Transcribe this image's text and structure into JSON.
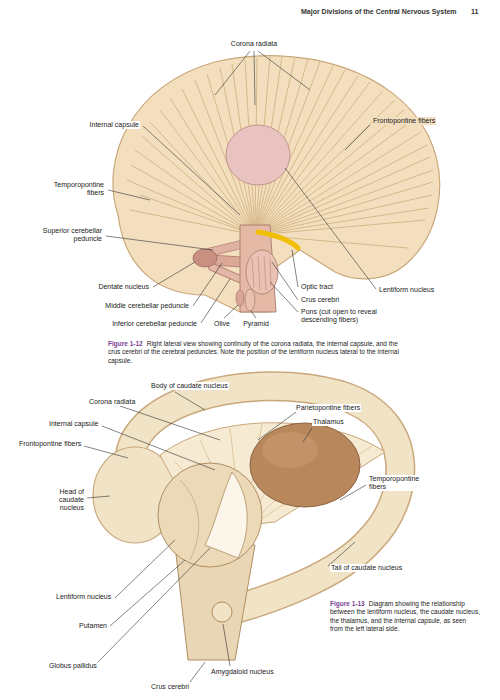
{
  "diagram": {
    "labels": [
      "Major Divisions of the Central Nervous System",
      "11",
      "Corona radiata",
      "Internal capsule",
      "Frontopontine fibers",
      "Temporopontine fibers",
      "Superior cerebellar peduncle",
      "Lentiform nucleus",
      "Dentate nucleus",
      "Optic tract",
      "Crus cerebri",
      "Middle cerebellar peduncle",
      "Pons (cut open to reveal descending fibers)",
      "Inferior cerebellar peduncle",
      "Olive",
      "Pyramid",
      "Figure 1-12",
      "Right lateral view showing continuity of the corona radiata, the internal capsule, and the crus cerebri of the cerebral peduncles. Note the position of the lentiform nucleus lateral to the internal capsule.",
      "Corona radiata",
      "Body of caudate nucleus",
      "Parietopontine fibers",
      "Thalamus",
      "Internal capsule",
      "Frontopontine fibers",
      "Head of caudate nucleus",
      "Temporopontine fibers",
      "Tail of caudate nucleus",
      "Lentiform nucleus",
      "Putamen",
      "Globus pallidus",
      "Amygdaloid nucleus",
      "Crus cerebri",
      "Figure 1-13",
      "Diagram showing the relationship between the lentiform nucleus, the caudate nucleus, the thalamus, and the internal capsule, as seen from the left lateral side."
    ]
  }
}
